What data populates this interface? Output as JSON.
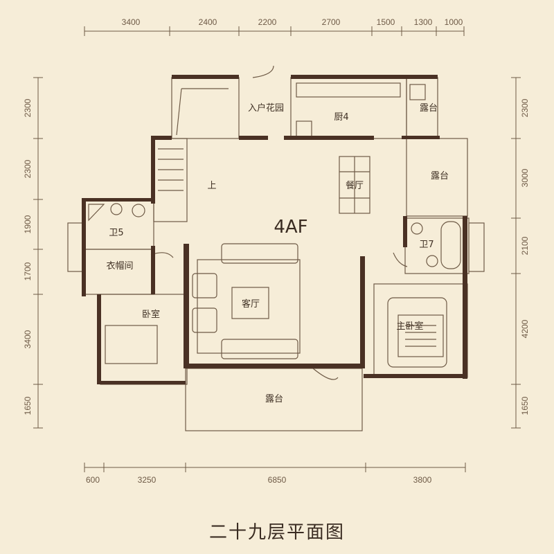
{
  "plan": {
    "title": "二十九层平面图",
    "unit_label": "4AF",
    "colors": {
      "background": "#f6edd8",
      "wall": "#4a3124",
      "line": "#6e5a46",
      "furniture": "#7a6a5a"
    }
  },
  "dimensions": {
    "top": [
      "3400",
      "2400",
      "2200",
      "2700",
      "1500",
      "1300",
      "1000"
    ],
    "bottom": [
      "600",
      "3250",
      "6850",
      "3800"
    ],
    "left": [
      "2300",
      "2300",
      "1900",
      "1700",
      "3400",
      "1650"
    ],
    "right": [
      "2300",
      "3000",
      "2100",
      "4200",
      "1650"
    ]
  },
  "rooms": {
    "entry_garden": "入户花园",
    "kitchen": "厨4",
    "balcony_ne": "露台",
    "balcony_e": "露台",
    "dining": "餐厅",
    "stair_up": "上",
    "bath5": "卫5",
    "bath7": "卫7",
    "cloakroom": "衣帽间",
    "living": "客厅",
    "bedroom": "卧室",
    "master": "主卧室",
    "balcony_s": "露台"
  }
}
